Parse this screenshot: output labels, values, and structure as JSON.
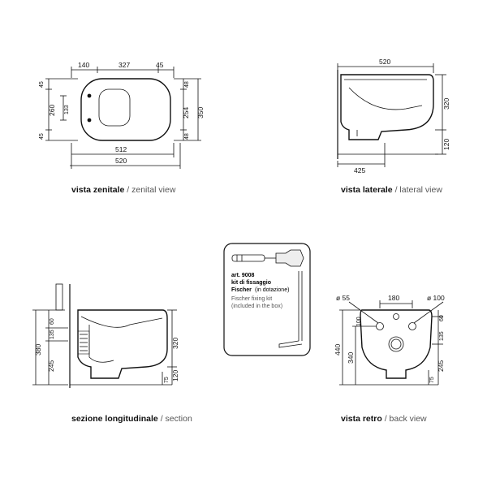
{
  "views": {
    "top": {
      "caption_bold": "vista zenitale",
      "caption_light": "/ zenital view",
      "dims": {
        "d140": "140",
        "d327": "327",
        "d45a": "45",
        "d45l1": "45",
        "d260": "260",
        "d133": "133",
        "d45l2": "45",
        "d48a": "48",
        "d254": "254",
        "d350": "350",
        "d48b": "48",
        "d512": "512",
        "d520": "520"
      }
    },
    "lateral": {
      "caption_bold": "vista laterale",
      "caption_light": "/ lateral view",
      "dims": {
        "d520": "520",
        "d320": "320",
        "d120": "120",
        "d425": "425"
      }
    },
    "section": {
      "caption_bold": "sezione longitudinale",
      "caption_light": "/ section",
      "dims": {
        "d60": "60",
        "d135": "135",
        "d380": "380",
        "d245": "245",
        "d320": "320",
        "d120": "120",
        "d75": "75"
      }
    },
    "back": {
      "caption_bold": "vista retro",
      "caption_light": "/ back view",
      "dims": {
        "d55": "ø 55",
        "d180": "180",
        "d100": "ø 100",
        "d100l": "100",
        "d440": "440",
        "d340": "340",
        "d60": "60",
        "d135": "135",
        "d245": "245",
        "d75": "75"
      }
    }
  },
  "kit": {
    "line1": "art. 9008",
    "line2": "kit di fissaggio",
    "line3": "Fischer",
    "line3b": "(in dotazione)",
    "line4": "Fischer fixing kit",
    "line5": "(included in the box)"
  }
}
